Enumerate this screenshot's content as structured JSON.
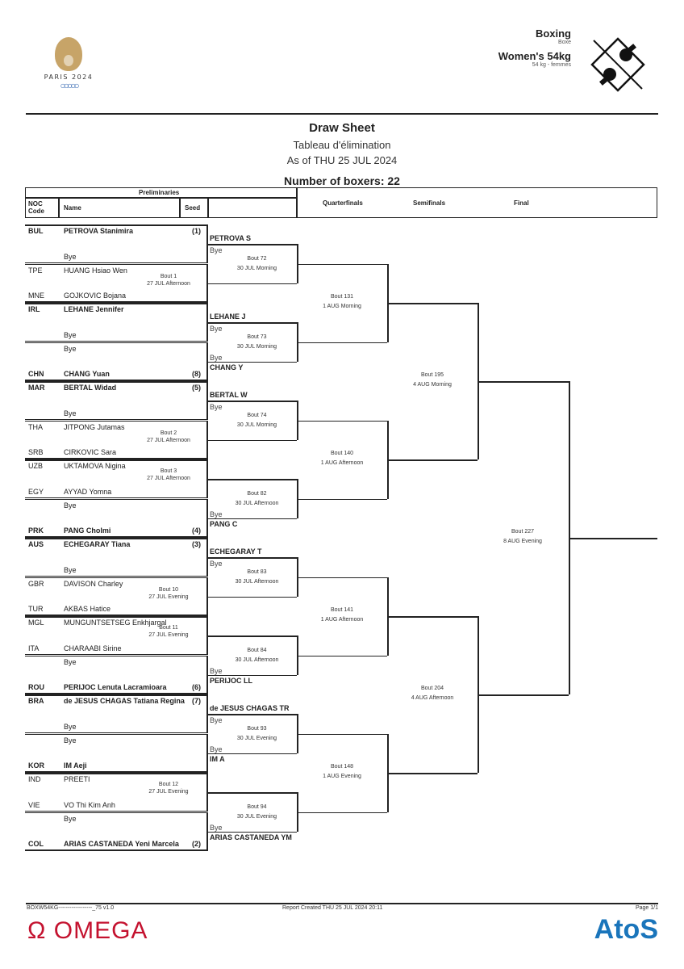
{
  "header": {
    "games_logo_text": "PARIS 2024",
    "sport": "Boxing",
    "sport_fr": "Boxe",
    "event": "Women's 54kg",
    "event_fr": "54 kg - femmes"
  },
  "titles": {
    "main": "Draw Sheet",
    "french": "Tableau d'élimination",
    "as_of": "As of THU 25 JUL 2024",
    "boxers_count": "Number of boxers: 22"
  },
  "table_header": {
    "preliminaries": "Preliminaries",
    "noc": "NOC Code",
    "name": "Name",
    "seed": "Seed",
    "quarterfinals": "Quarterfinals",
    "semifinals": "Semifinals",
    "final": "Final"
  },
  "blocks": [
    {
      "rows": [
        {
          "noc": "BUL",
          "name": "PETROVA Stanimira",
          "seed": "(1)",
          "bold": true
        },
        {
          "noc": "",
          "name": "Bye",
          "seed": ""
        },
        {
          "noc": "TPE",
          "name": "HUANG Hsiao Wen",
          "seed": ""
        },
        {
          "noc": "MNE",
          "name": "GOJKOVIC Bojana",
          "seed": ""
        }
      ],
      "prelim_bout_top": null,
      "prelim_bout_bottom": {
        "bout": "Bout  1",
        "time": "27 JUL Afternoon"
      },
      "qf_top": {
        "name": "PETROVA S",
        "sub": "Bye",
        "bout": "Bout  72",
        "time": "30 JUL Morning",
        "bottom": ""
      },
      "qf": {
        "bout": "Bout  131",
        "time": "1 AUG Morning"
      }
    },
    {
      "rows": [
        {
          "noc": "IRL",
          "name": "LEHANE Jennifer",
          "seed": "",
          "bold": true
        },
        {
          "noc": "",
          "name": "Bye",
          "seed": ""
        },
        {
          "noc": "",
          "name": "Bye",
          "seed": ""
        },
        {
          "noc": "CHN",
          "name": "CHANG Yuan",
          "seed": "(8)",
          "bold": true
        }
      ],
      "qf_top": {
        "name": "LEHANE J",
        "sub": "Bye",
        "bout": "Bout  73",
        "time": "30 JUL Morning",
        "bottom": "Bye",
        "bottom_name": "CHANG Y"
      }
    },
    {
      "rows": [
        {
          "noc": "MAR",
          "name": "BERTAL Widad",
          "seed": "(5)",
          "bold": true
        },
        {
          "noc": "",
          "name": "Bye",
          "seed": ""
        },
        {
          "noc": "THA",
          "name": "JITPONG Jutamas",
          "seed": ""
        },
        {
          "noc": "SRB",
          "name": "CIRKOVIC Sara",
          "seed": ""
        }
      ],
      "prelim_bout_bottom": {
        "bout": "Bout  2",
        "time": "27 JUL Afternoon"
      },
      "qf_top": {
        "name": "BERTAL W",
        "sub": "Bye",
        "bout": "Bout  74",
        "time": "30 JUL Morning"
      },
      "qf": {
        "bout": "Bout  140",
        "time": "1 AUG Afternoon"
      }
    },
    {
      "rows": [
        {
          "noc": "UZB",
          "name": "UKTAMOVA Nigina",
          "seed": ""
        },
        {
          "noc": "EGY",
          "name": "AYYAD Yomna",
          "seed": ""
        },
        {
          "noc": "",
          "name": "Bye",
          "seed": ""
        },
        {
          "noc": "PRK",
          "name": "PANG Cholmi",
          "seed": "(4)",
          "bold": true
        }
      ],
      "prelim_bout_top": {
        "bout": "Bout  3",
        "time": "27 JUL Afternoon"
      },
      "qf_top": {
        "bout": "Bout  82",
        "time": "30 JUL Afternoon",
        "bottom": "Bye",
        "bottom_name": "PANG C"
      }
    },
    {
      "rows": [
        {
          "noc": "AUS",
          "name": "ECHEGARAY Tiana",
          "seed": "(3)",
          "bold": true
        },
        {
          "noc": "",
          "name": "Bye",
          "seed": ""
        },
        {
          "noc": "GBR",
          "name": "DAVISON Charley",
          "seed": ""
        },
        {
          "noc": "TUR",
          "name": "AKBAS Hatice",
          "seed": ""
        }
      ],
      "prelim_bout_bottom": {
        "bout": "Bout  10",
        "time": "27 JUL Evening"
      },
      "qf_top": {
        "name": "ECHEGARAY T",
        "sub": "Bye",
        "bout": "Bout  83",
        "time": "30 JUL Afternoon"
      },
      "qf": {
        "bout": "Bout  141",
        "time": "1 AUG Afternoon"
      }
    },
    {
      "rows": [
        {
          "noc": "MGL",
          "name": "MUNGUNTSETSEG Enkhjargal",
          "seed": ""
        },
        {
          "noc": "ITA",
          "name": "CHARAABI Sirine",
          "seed": ""
        },
        {
          "noc": "",
          "name": "Bye",
          "seed": ""
        },
        {
          "noc": "ROU",
          "name": "PERIJOC Lenuta Lacramioara",
          "seed": "(6)",
          "bold": true
        }
      ],
      "prelim_bout_top": {
        "bout": "Bout  11",
        "time": "27 JUL Evening"
      },
      "qf_top": {
        "bout": "Bout  84",
        "time": "30 JUL Afternoon",
        "bottom": "Bye",
        "bottom_name": "PERIJOC LL"
      }
    },
    {
      "rows": [
        {
          "noc": "BRA",
          "name": "de JESUS CHAGAS Tatiana Regina",
          "seed": "(7)",
          "bold": true
        },
        {
          "noc": "",
          "name": "Bye",
          "seed": ""
        },
        {
          "noc": "",
          "name": "Bye",
          "seed": ""
        },
        {
          "noc": "KOR",
          "name": "IM Aeji",
          "seed": "",
          "bold": true
        }
      ],
      "qf_top": {
        "name": "de JESUS CHAGAS TR",
        "sub": "Bye",
        "bout": "Bout  93",
        "time": "30 JUL Evening",
        "bottom": "Bye",
        "bottom_name": "IM A"
      },
      "qf": {
        "bout": "Bout  148",
        "time": "1 AUG Evening"
      }
    },
    {
      "rows": [
        {
          "noc": "IND",
          "name": "PREETI",
          "seed": ""
        },
        {
          "noc": "VIE",
          "name": "VO Thi Kim Anh",
          "seed": ""
        },
        {
          "noc": "",
          "name": "Bye",
          "seed": ""
        },
        {
          "noc": "COL",
          "name": "ARIAS CASTANEDA Yeni Marcela",
          "seed": "(2)",
          "bold": true
        }
      ],
      "prelim_bout_top": {
        "bout": "Bout  12",
        "time": "27 JUL Evening"
      },
      "qf_top": {
        "bout": "Bout  94",
        "time": "30 JUL Evening",
        "bottom": "Bye",
        "bottom_name": "ARIAS CASTANEDA YM"
      }
    }
  ],
  "semis": [
    {
      "bout": "Bout  195",
      "time": "4 AUG Morning"
    },
    {
      "bout": "Bout  204",
      "time": "4 AUG Afternoon"
    }
  ],
  "final": {
    "bout": "Bout  227",
    "time": "8 AUG Evening"
  },
  "footer": {
    "code": "BOXW54KG------------------_75 v1.0",
    "report": "Report Created  THU 25 JUL 2024 20:11",
    "page": "Page 1/1",
    "omega": "Ω OMEGA",
    "atos": "AtoS"
  }
}
